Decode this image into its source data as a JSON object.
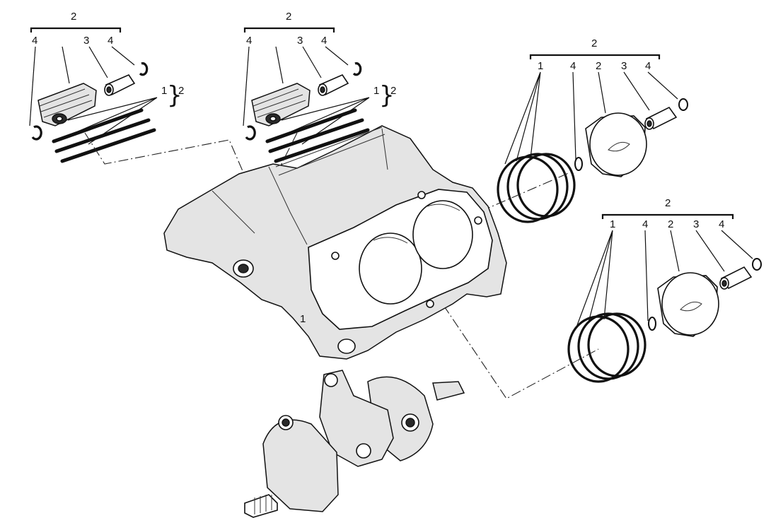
{
  "callouts": {
    "group": "2",
    "rings": "1",
    "pin": "3",
    "clip": "4"
  }
}
